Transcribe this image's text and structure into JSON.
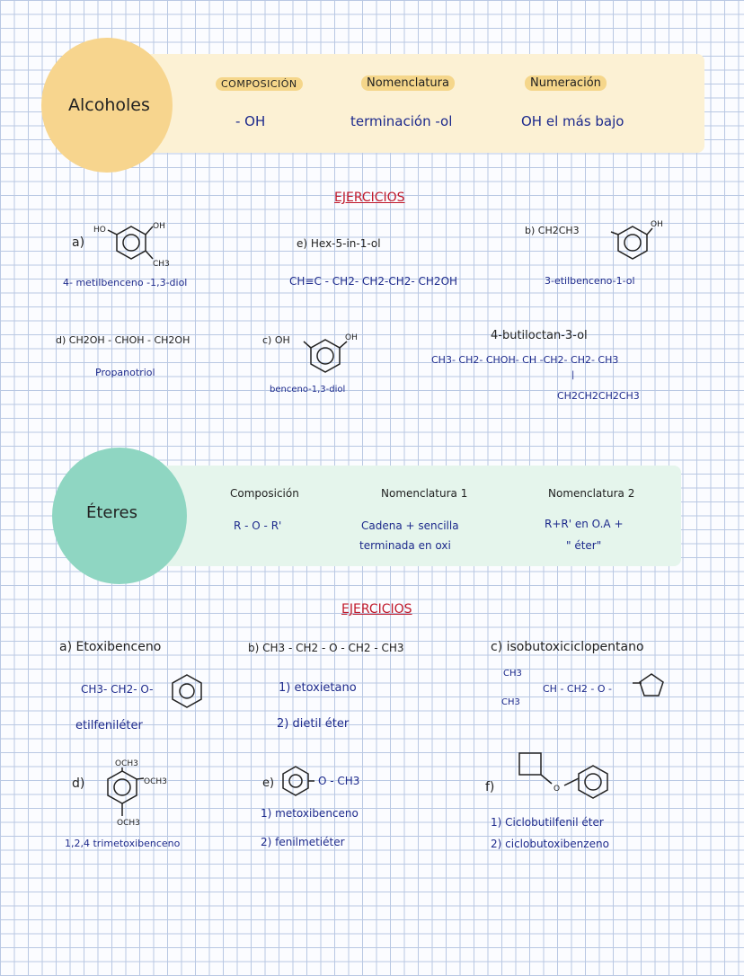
{
  "alcoholes": {
    "title": "Alcoholes",
    "col1_header": "COMPOSICIÓN",
    "col1_value": "- OH",
    "col2_header": "Nomenclatura",
    "col2_value": "terminación -ol",
    "col3_header": "Numeración",
    "col3_value": "OH el más bajo",
    "ejercicios": "EJERCICIOS",
    "ex_a_letter": "a)",
    "ex_a_ho": "HO",
    "ex_a_oh": "OH",
    "ex_a_ch3": "CH3",
    "ex_a_name": "4- metilbenceno -1,3-diol",
    "ex_e_title": "e) Hex-5-in-1-ol",
    "ex_e_formula": "CH≡C - CH2- CH2-CH2- CH2OH",
    "ex_b_label": "b) CH2CH3",
    "ex_b_oh": "OH",
    "ex_b_name": "3-etilbenceno-1-ol",
    "ex_d_formula": "d) CH2OH - CHOH - CH2OH",
    "ex_d_name": "Propanotriol",
    "ex_c_label": "c) OH",
    "ex_c_oh": "OH",
    "ex_c_name": "benceno-1,3-diol",
    "ex_f_name": "4-butiloctan-3-ol",
    "ex_f_formula": "CH3- CH2- CHOH- CH -CH2- CH2- CH3",
    "ex_f_branch_bar": "|",
    "ex_f_branch": "CH2CH2CH2CH3"
  },
  "eteres": {
    "title": "Éteres",
    "col1_header": "Composición",
    "col1_value": "R - O - R'",
    "col2_header": "Nomenclatura 1",
    "col2_value_line1": "Cadena + sencilla",
    "col2_value_line2": "terminada en oxi",
    "col3_header": "Nomenclatura 2",
    "col3_value_line1": "R+R' en O.A +",
    "col3_value_line2": "\" éter\"",
    "ejercicios": "EJERCICIOS",
    "ex_a_title": "a) Etoxibenceno",
    "ex_a_formula": "CH3- CH2- O-",
    "ex_a_name": "etilfeniléter",
    "ex_b_title": "b) CH3 - CH2 - O - CH2 - CH3",
    "ex_b_name1": "1) etoxietano",
    "ex_b_name2": "2) dietil éter",
    "ex_c_title": "c) isobutoxiciclopentano",
    "ex_c_ch3_top": "CH3",
    "ex_c_ch3_bottom": "CH3",
    "ex_c_chain": "CH - CH2 - O -",
    "ex_d_letter": "d)",
    "ex_d_och3_top": "OCH3",
    "ex_d_och3_right": "OCH3",
    "ex_d_och3_bottom": "OCH3",
    "ex_d_name": "1,2,4 trimetoxibenceno",
    "ex_e_letter": "e)",
    "ex_e_chain": "O - CH3",
    "ex_e_name1": "1) metoxibenceno",
    "ex_e_name2": "2) fenilmetiéter",
    "ex_f_letter": "f)",
    "ex_f_o": "O",
    "ex_f_name1": "1) Ciclobutilfenil éter",
    "ex_f_name2": "2) ciclobutoxibenzeno"
  },
  "colors": {
    "yellow_banner": "#fcf1d4",
    "yellow_circle": "#f7d58e",
    "green_banner": "#e5f5ec",
    "green_circle": "#8fd6c2",
    "ink_blue": "#1d2a8c",
    "ink_red": "#c0182a"
  }
}
